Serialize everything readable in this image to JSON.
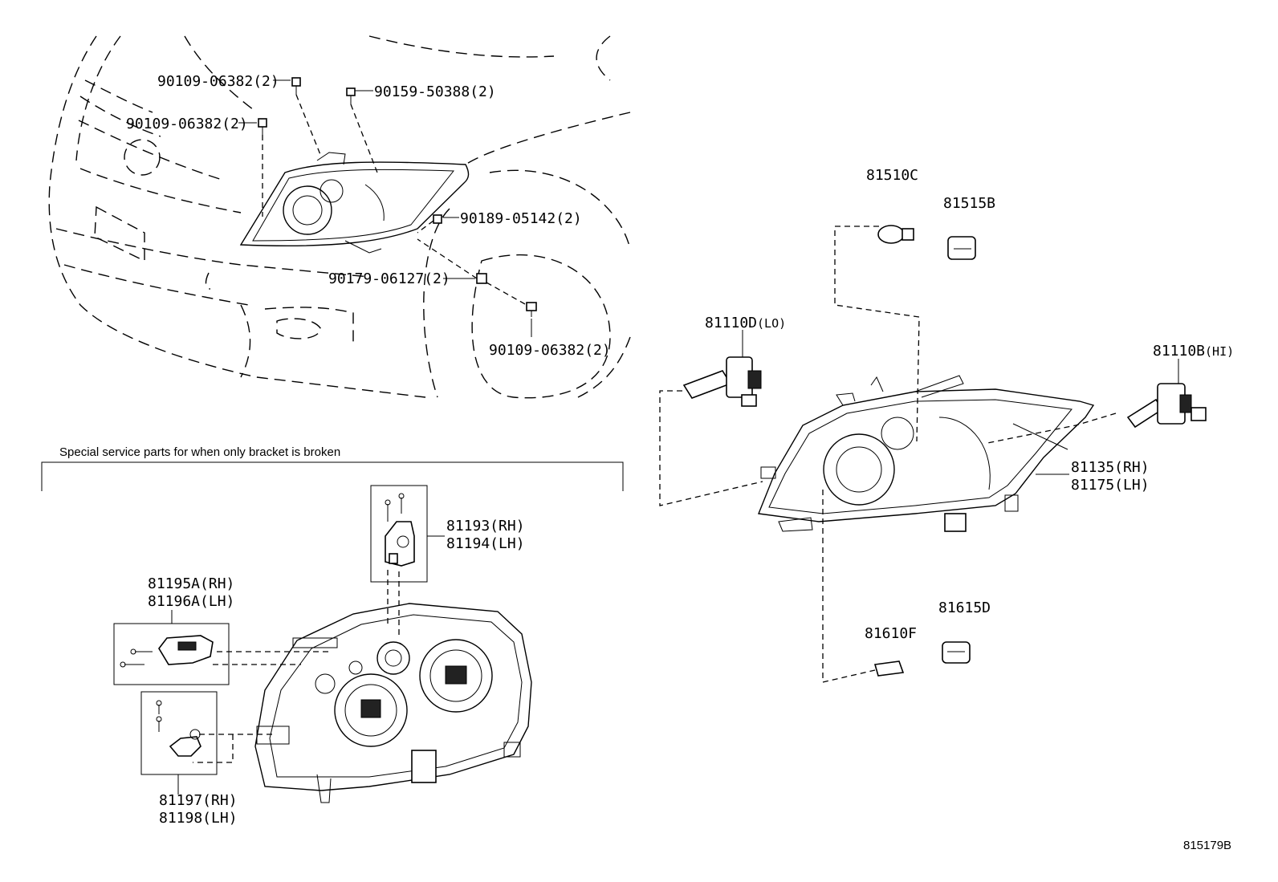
{
  "header_note": "Special service parts for when only bracket is broken",
  "figure_code": "815179B",
  "callouts": {
    "bolt_a": "90109-06382(2)",
    "bolt_b": "90109-06382(2)",
    "screw": "90159-50388(2)",
    "nut": "90189-05142(2)",
    "clip": "90179-06127(2)",
    "bolt_c": "90109-06382(2)",
    "bulb_turn": "81510C",
    "socket_turn": "81515B",
    "bulb_lo": "81110D",
    "bulb_lo_tag": "(LO)",
    "bulb_hi": "81110B",
    "bulb_hi_tag": "(HI)",
    "lamp_rh": "81135(RH)",
    "lamp_lh": "81175(LH)",
    "socket_pos": "81615D",
    "bulb_pos": "81610F",
    "bracket_top_rh": "81193(RH)",
    "bracket_top_lh": "81194(LH)",
    "bracket_side_rh": "81195A(RH)",
    "bracket_side_lh": "81196A(LH)",
    "bracket_low_rh": "81197(RH)",
    "bracket_low_lh": "81198(LH)"
  },
  "icons": [
    "bolt-icon",
    "screw-icon",
    "nut-icon",
    "clip-icon",
    "bulb-icon",
    "socket-icon",
    "headlamp-icon",
    "bracket-icon"
  ],
  "colors": {
    "ink": "#000000",
    "paper": "#ffffff"
  }
}
